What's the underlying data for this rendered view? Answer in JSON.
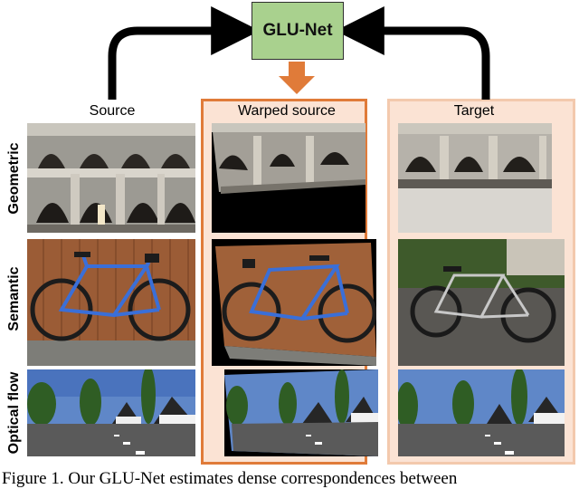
{
  "model": {
    "name": "GLU-Net"
  },
  "columns": {
    "source": "Source",
    "warped": "Warped source",
    "target": "Target"
  },
  "rows": {
    "geometric": "Geometric",
    "semantic": "Semantic",
    "optical_flow": "Optical flow"
  },
  "colors": {
    "model_box": "#a9d18e",
    "highlight_border": "#e07b39",
    "highlight_fill": "#fbe3d4",
    "target_border": "#f3c9ad",
    "arrow": "#000000",
    "down_arrow": "#e07b39"
  },
  "caption": "Figure 1. Our GLU-Net estimates dense correspondences between"
}
